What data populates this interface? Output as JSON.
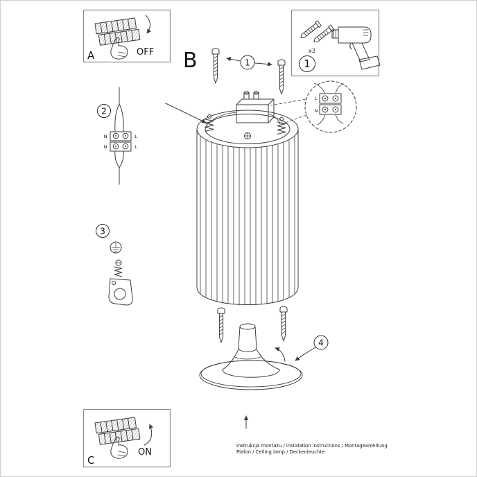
{
  "colors": {
    "background": "#ffffff",
    "line": "#3a3a3a",
    "panel_border": "#8c8c8c"
  },
  "panel_a": {
    "label": "A",
    "state": "OFF"
  },
  "section_b": {
    "label": "B"
  },
  "tools": {
    "step": "1",
    "qty": "x2"
  },
  "callouts": {
    "c1": "1",
    "c2": "2",
    "c3": "3",
    "c4": "4"
  },
  "wiring": {
    "tl": "N",
    "tr": "L",
    "bl": "N",
    "br": "L"
  },
  "detail": {
    "top": "L",
    "bottom": "N"
  },
  "panel_c": {
    "label": "C",
    "state": "ON"
  },
  "icons": {
    "fusebox": "svg:hatched-switch-bank",
    "hand": "svg:pointing-hand",
    "drill": "svg:power-drill",
    "wall_plug": "svg:wall-plug-anchor",
    "screw": "svg:mounting-screw",
    "ground": "svg:earth-ground-symbol",
    "spring": "svg:coil-spring",
    "lamp": "svg:fluted-cylinder-shade",
    "canopy": "svg:ceiling-canopy"
  },
  "footer": {
    "line1": "Instrukcja montażu / instalation instructions / Montageanleitung",
    "line2": "Plafon / Ceiling lamp / Deckenleuchte"
  }
}
